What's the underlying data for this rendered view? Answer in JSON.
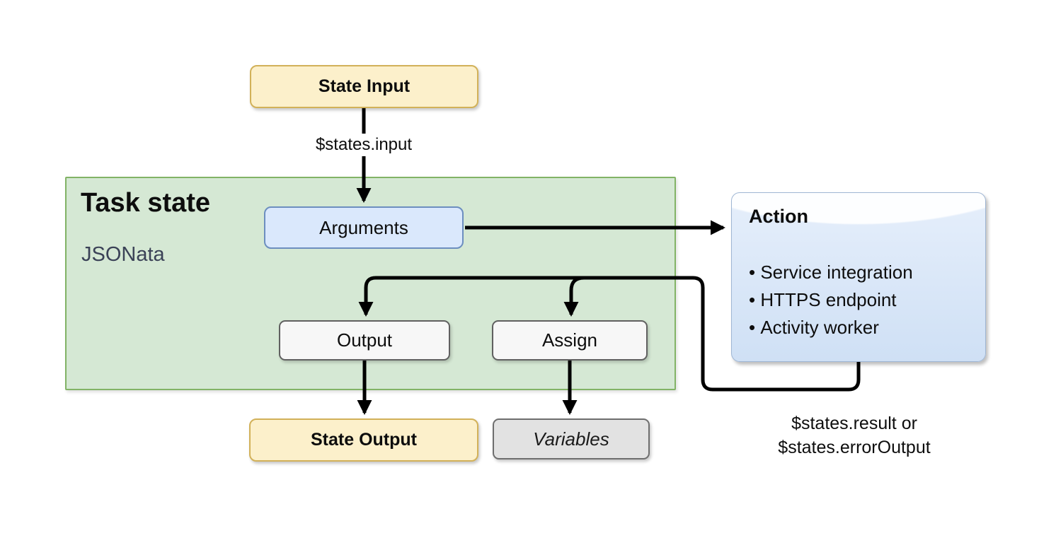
{
  "diagram": {
    "task_state": {
      "title": "Task state",
      "subtitle": "JSONata"
    },
    "nodes": {
      "state_input": {
        "label": "State Input"
      },
      "arguments": {
        "label": "Arguments"
      },
      "output": {
        "label": "Output"
      },
      "assign": {
        "label": "Assign"
      },
      "state_output": {
        "label": "State Output"
      },
      "variables": {
        "label": "Variables"
      },
      "action": {
        "title": "Action",
        "bullets": [
          "Service integration",
          "HTTPS endpoint",
          "Activity worker"
        ]
      }
    },
    "edge_labels": {
      "input": "$states.input",
      "result_line1": "$states.result or",
      "result_line2": "$states.errorOutput"
    },
    "colors": {
      "task_fill": "#D5E8D4",
      "task_border": "#82B366",
      "io_fill": "#FCF0CB",
      "io_border": "#D2B159",
      "arguments_fill": "#DAE8FC",
      "arguments_border": "#6C8EBF",
      "neutral_fill": "#F7F7F7",
      "neutral_border": "#606060",
      "variables_fill": "#E2E2E2",
      "variables_border": "#6E6E6E",
      "action_border": "#9FB6D4",
      "action_fill_top": "#FDFEFF",
      "action_fill_bottom": "#CFE0F5",
      "subtitle_text": "#3B4257",
      "edge": "#000000"
    }
  }
}
